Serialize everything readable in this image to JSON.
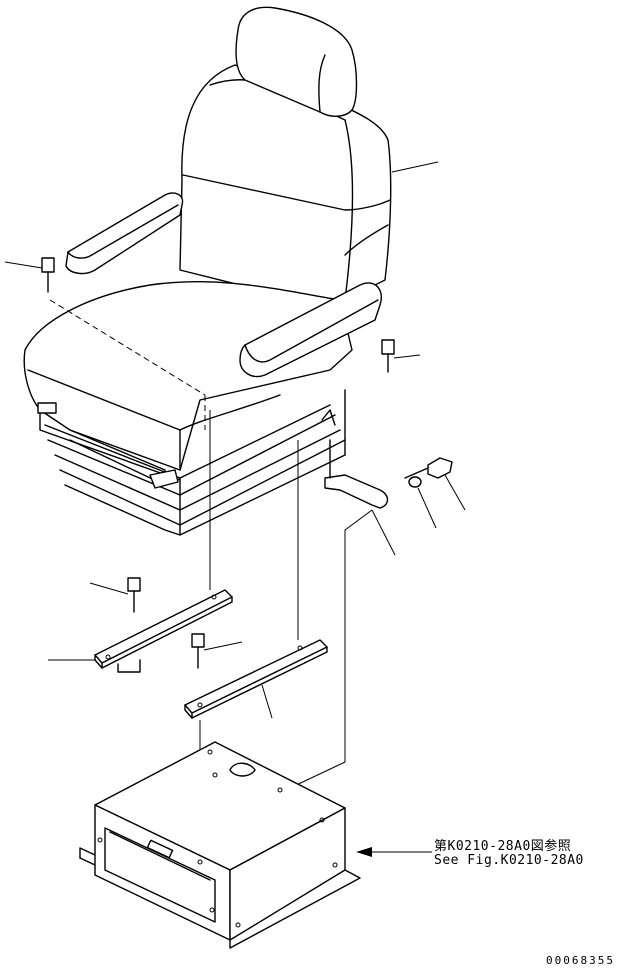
{
  "reference": {
    "line1": "第K0210-28A0図参照",
    "line2": "See Fig.K0210-28A0"
  },
  "drawing_code": "00068355"
}
